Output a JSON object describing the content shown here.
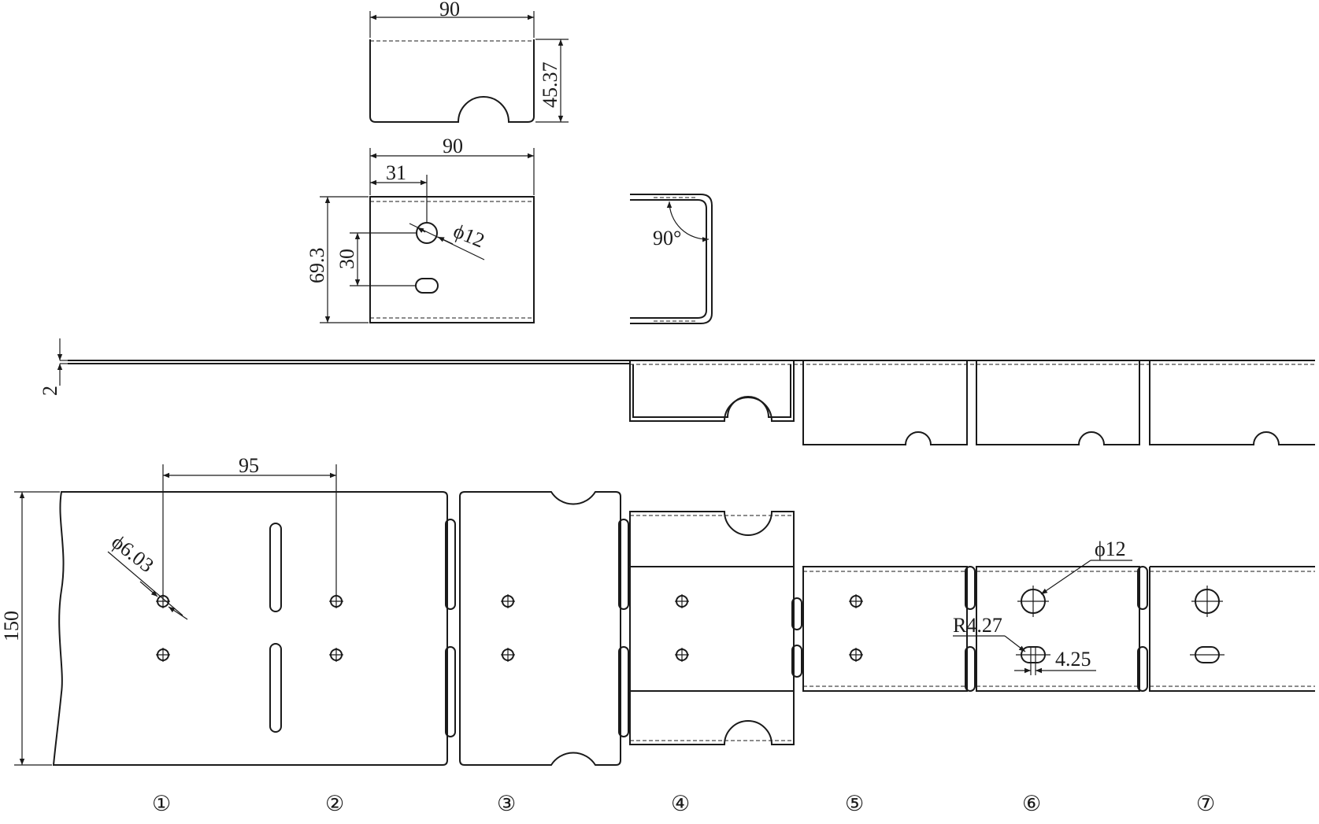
{
  "dimensions": {
    "top_width": "90",
    "top_height": "45.37",
    "mid_width": "90",
    "hole_offset": "31",
    "hole_dia": "ϕ12",
    "mid_height": "69.3",
    "slot_spacing": "30",
    "bend_angle": "90°",
    "thickness": "2",
    "pitch": "95",
    "pilot_dia": "ϕ6.03",
    "strip_width": "150",
    "hole_dia_station6": "ϕ12",
    "slot_radius": "R4.27",
    "slot_length": "4.25"
  },
  "stations": [
    "①",
    "②",
    "③",
    "④",
    "⑤",
    "⑥",
    "⑦"
  ]
}
